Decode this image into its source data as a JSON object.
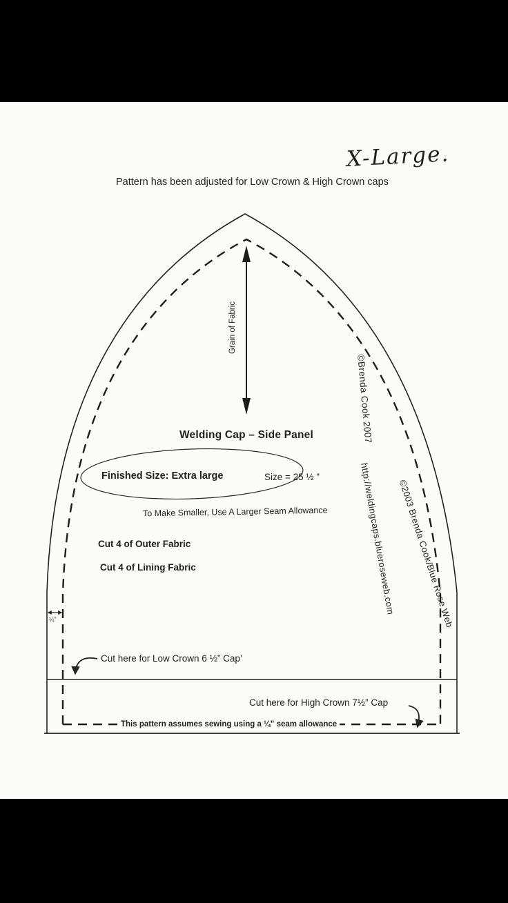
{
  "colors": {
    "ink": "#1f1f1f",
    "page-bg": "#fbfbf9",
    "bar": "#000000"
  },
  "pattern": {
    "size_label": "X-Large.",
    "adjustment_note": "Pattern has been adjusted for Low Crown & High Crown caps",
    "grain_label": "Grain of Fabric",
    "title": "Welding Cap – Side Panel",
    "finished_size_label": "Finished Size: Extra large",
    "size_value": "Size = 25 ½ ”",
    "seam_tip": "To Make Smaller, Use A Larger Seam Allowance",
    "cut_outer": "Cut 4 of Outer Fabric",
    "cut_lining": "Cut 4 of Lining Fabric",
    "copyright_2007": "©Brenda Cook 2007",
    "website": "http://weldingcaps.blueroseweb.com",
    "copyright_2003": "©2003 Brenda Cook/Blue Rose Web",
    "seam_width_marker": "¼”",
    "low_crown_cut": "Cut here for Low Crown 6 ½” Cap’",
    "high_crown_cut": "Cut here for High Crown 7½” Cap",
    "seam_allowance_note": "This pattern assumes sewing using a ¼” seam allowance"
  }
}
